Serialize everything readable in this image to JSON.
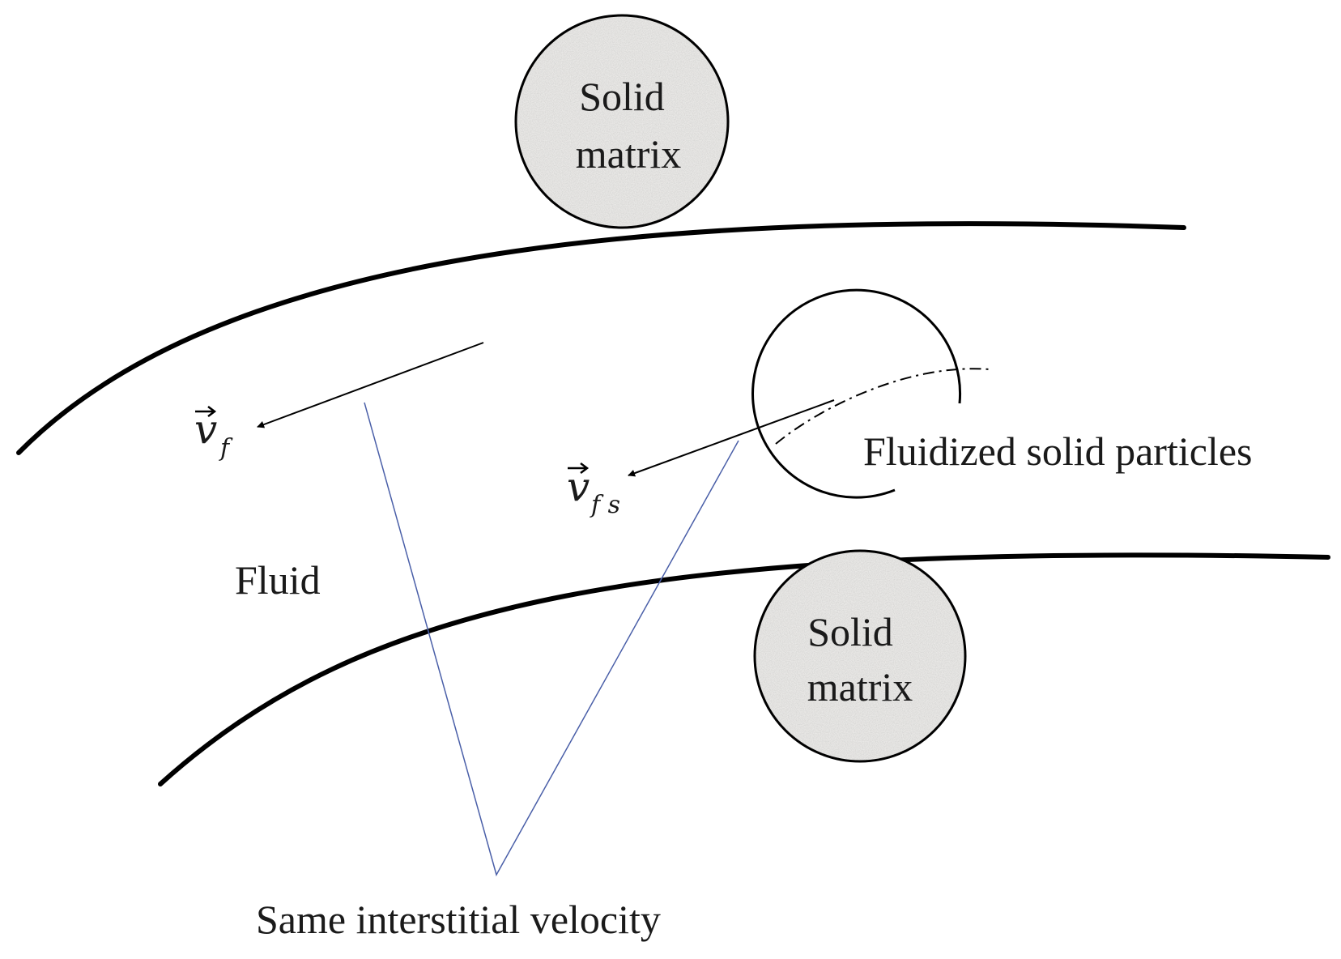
{
  "labels": {
    "solid_matrix_top_line1": "Solid",
    "solid_matrix_top_line2": "matrix",
    "solid_matrix_bottom_line1": "Solid",
    "solid_matrix_bottom_line2": "matrix",
    "fluidized_particles": "Fluidized solid particles",
    "fluid": "Fluid",
    "same_velocity": "Same interstitial velocity"
  },
  "symbols": {
    "v_f_base": "v",
    "v_f_sub": "f",
    "v_fs_base": "v",
    "v_fs_sub": "f s"
  },
  "colors": {
    "stroke": "#000000",
    "connector": "#4a5fa8",
    "grain_fill": "#e9e8e6"
  }
}
